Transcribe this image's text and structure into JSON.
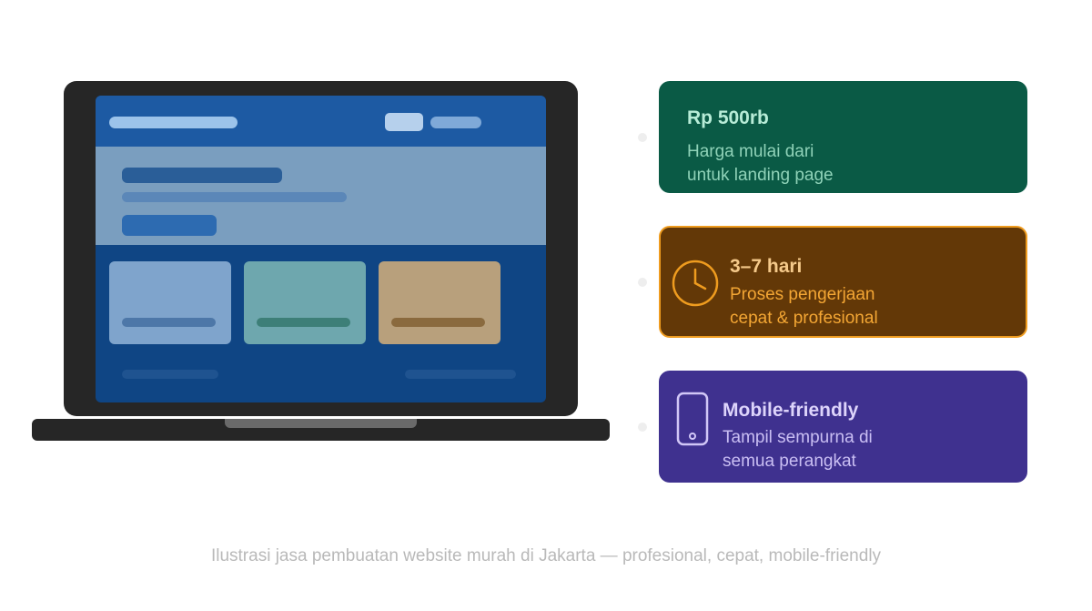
{
  "features": [
    {
      "title": "Rp 500rb",
      "desc_line1": "Harga mulai dari",
      "desc_line2": "untuk landing page",
      "icon": "none",
      "background": "#0a5a45"
    },
    {
      "title": "3–7 hari",
      "desc_line1": "Proses pengerjaan",
      "desc_line2": "cepat & profesional",
      "icon": "clock-icon",
      "background": "#633807",
      "accent": "#ef9c1f"
    },
    {
      "title": "Mobile-friendly",
      "desc_line1": "Tampil sempurna di",
      "desc_line2": "semua perangkat",
      "icon": "smartphone-icon",
      "background": "#3f318f"
    }
  ],
  "caption": "Ilustrasi jasa pembuatan website murah di Jakarta — profesional, cepat, mobile-friendly",
  "illustration": {
    "device": "laptop-icon",
    "screen_color": "#0f4584"
  }
}
